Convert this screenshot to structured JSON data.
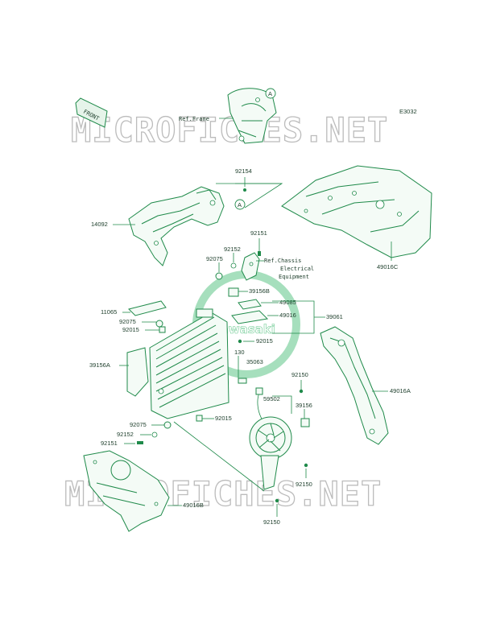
{
  "diagram_code": "E3032",
  "front_label": "FRONT",
  "ref_a_marker": "A",
  "ref_frame": "Ref.Frame",
  "ref_chassis": [
    "Ref.Chassis",
    "Electrical",
    "Equipment"
  ],
  "watermark": "MICROFICHES.NET",
  "logo_text": "Kawasaki",
  "parts": {
    "p92154": "92154",
    "p14092": "14092",
    "p92151_top": "92151",
    "p92152_top": "92152",
    "p92075_top": "92075",
    "p39156B": "39156B",
    "p49085": "49085",
    "p49016": "49016",
    "p39061": "39061",
    "p11065": "11065",
    "p92075_mid": "92075",
    "p92015_a": "92015",
    "p92015_b": "92015",
    "p39156A": "39156A",
    "p130": "130",
    "p35063": "35063",
    "p92150_a": "92150",
    "p59502": "59502",
    "p39156": "39156",
    "p92075_low": "92075",
    "p92015_c": "92015",
    "p92152_low": "92152",
    "p92151_low": "92151",
    "p92150_b": "92150",
    "p49016B": "49016B",
    "p92150_c": "92150",
    "p49016C": "49016C",
    "p49016A": "49016A"
  }
}
